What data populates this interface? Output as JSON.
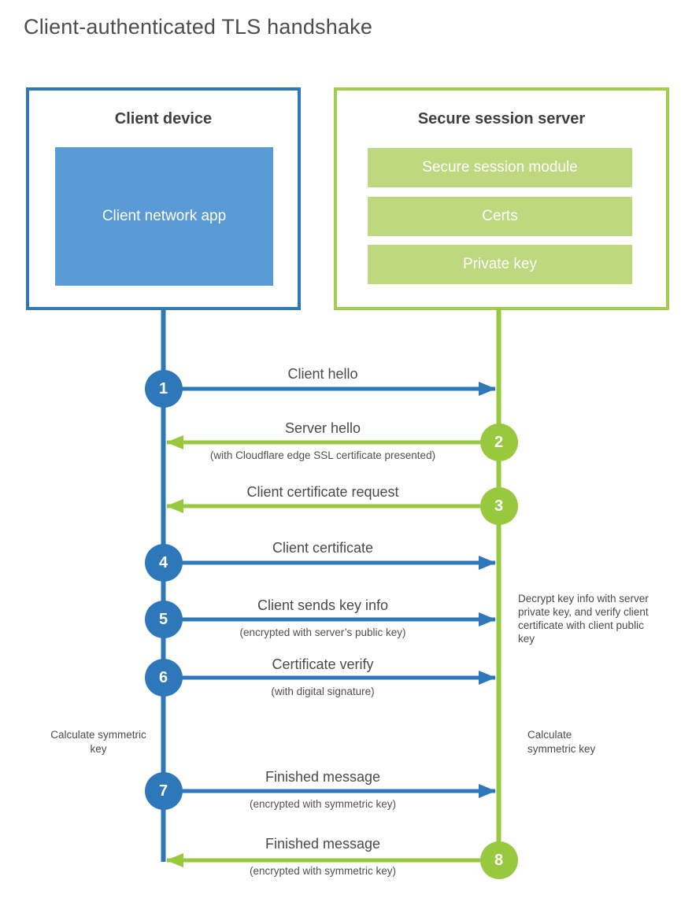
{
  "header": {
    "title": "Client-authenticated TLS handshake"
  },
  "client": {
    "title": "Client device",
    "app_label": "Client network app"
  },
  "server": {
    "title": "Secure session server",
    "modules": [
      "Secure session module",
      "Certs",
      "Private key"
    ]
  },
  "steps": [
    {
      "num": "1",
      "label": "Client hello",
      "from": "client",
      "to": "server"
    },
    {
      "num": "2",
      "label": "Server hello",
      "sublabel": "(with Cloudflare edge SSL certificate presented)",
      "from": "server",
      "to": "client"
    },
    {
      "num": "3",
      "label": "Client certificate request",
      "from": "server",
      "to": "client"
    },
    {
      "num": "4",
      "label": "Client certificate",
      "from": "client",
      "to": "server"
    },
    {
      "num": "5",
      "label": "Client sends key info",
      "sublabel": "(encrypted with server’s public key)",
      "from": "client",
      "to": "server"
    },
    {
      "num": "6",
      "label": "Certificate verify",
      "sublabel": "(with digital signature)",
      "from": "client",
      "to": "server"
    },
    {
      "num": "7",
      "label": "Finished message",
      "sublabel": "(encrypted with symmetric key)",
      "from": "client",
      "to": "server"
    },
    {
      "num": "8",
      "label": "Finished message",
      "sublabel": "(encrypted with symmetric key)",
      "from": "server",
      "to": "client"
    }
  ],
  "annotations": {
    "decrypt_note": "Decrypt key info with server private key, and verify client certificate with client public key",
    "client_calculate": "Calculate symmetric key",
    "server_calculate": "Calculate symmetric key"
  },
  "colors": {
    "blue": "#2e77b8",
    "blue_fill": "#5b9bd5",
    "green": "#97c83d",
    "green_border": "#a3cd4f",
    "green_fill": "#bdd87e"
  }
}
